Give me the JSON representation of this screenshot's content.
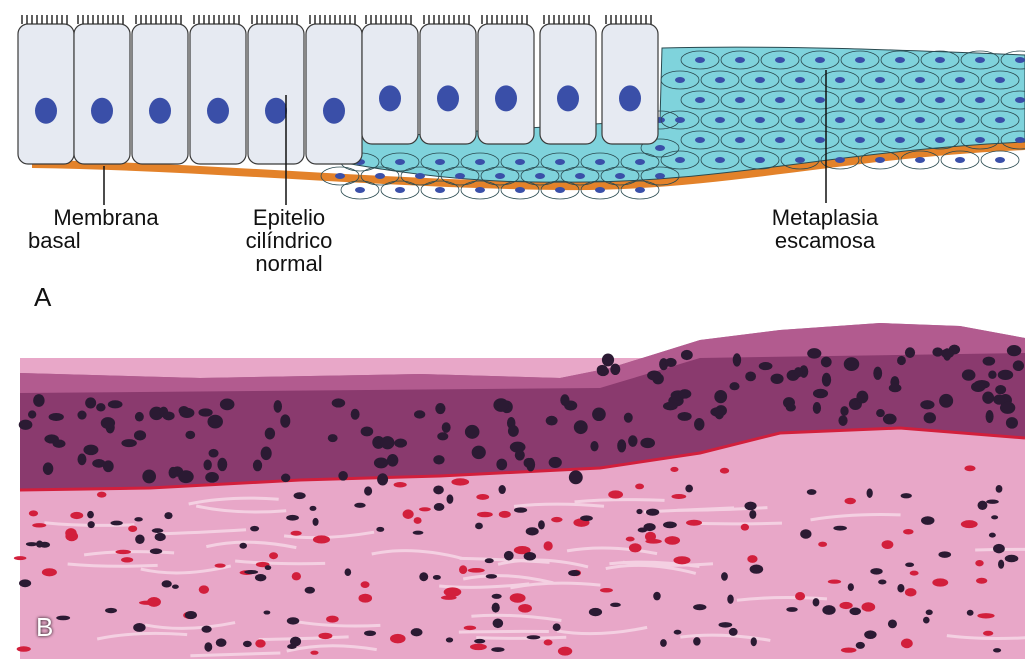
{
  "panel_a": {
    "letter": "A",
    "labels": {
      "membrana_line1": "Membrana",
      "membrana_line2": "basal",
      "epitelio_line1": "Epitelio",
      "epitelio_line2": "cilíndrico",
      "epitelio_line3": "normal",
      "metaplasia_line1": "Metaplasia",
      "metaplasia_line2": "escamosa"
    },
    "colors": {
      "columnar_cell": "#e6eaf2",
      "cell_outline": "#3a3a3a",
      "nucleus": "#3a4fa8",
      "squamous_cell": "#7fd3dc",
      "basement_membrane": "#e3822a",
      "cilia": "#2a2a2a"
    }
  },
  "panel_b": {
    "letter": "B",
    "colors": {
      "background_stroma": "#e8a7c8",
      "epithelium": "#8a3a6e",
      "nuclei": "#2b1a33",
      "red_cells": "#d21f3c"
    }
  }
}
